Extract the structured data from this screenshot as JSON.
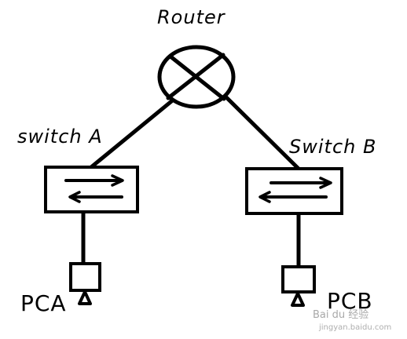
{
  "nodes": {
    "router": {
      "label": "Router"
    },
    "switch_a": {
      "label": "switch A"
    },
    "switch_b": {
      "label": "Switch B"
    },
    "pc_a": {
      "label": "PCA"
    },
    "pc_b": {
      "label": "PCB"
    }
  },
  "edges": [
    {
      "from": "router",
      "to": "switch_a"
    },
    {
      "from": "router",
      "to": "switch_b"
    },
    {
      "from": "switch_a",
      "to": "pc_a"
    },
    {
      "from": "switch_b",
      "to": "pc_b"
    }
  ],
  "watermark": {
    "text": "Bai du 经验",
    "sub": "jingyan.baidu.com"
  },
  "colors": {
    "stroke": "#000000",
    "background": "#ffffff",
    "watermark": "#9a9a9a"
  }
}
